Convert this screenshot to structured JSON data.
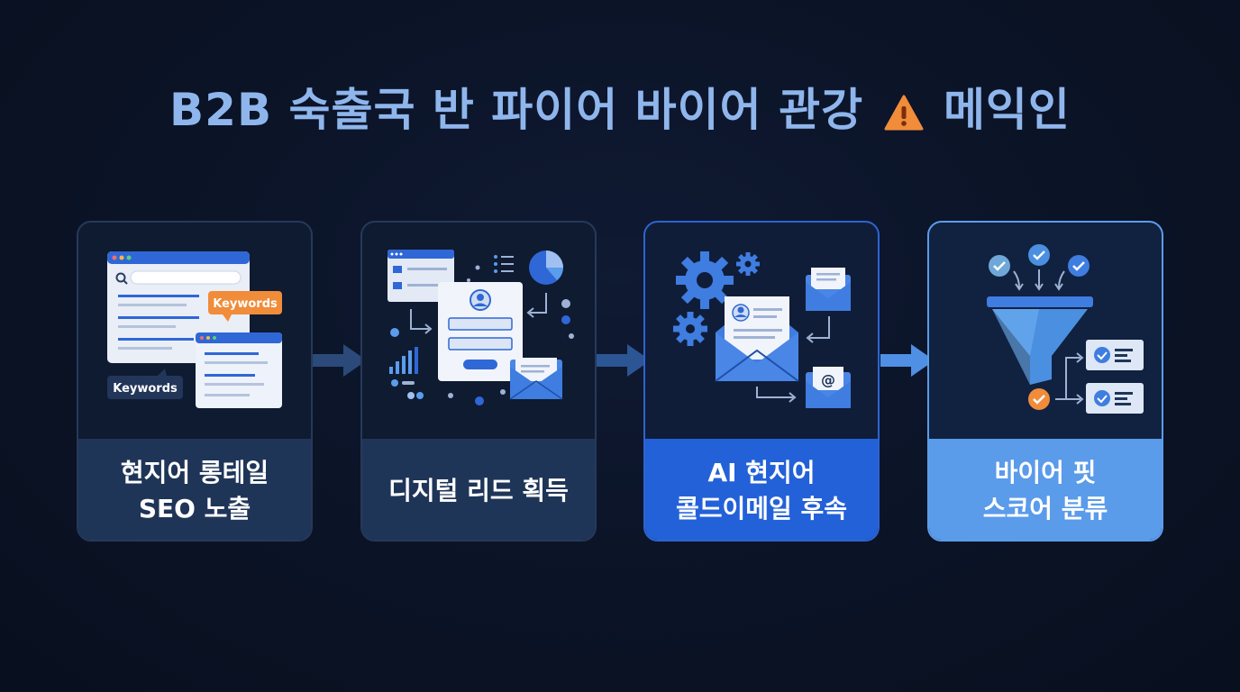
{
  "title": {
    "part1": "B2B 숙출국 반 파이어 바이어 관강",
    "part2": "메익인"
  },
  "steps": [
    {
      "line1": "현지어 롱테일",
      "line2": "SEO 노출",
      "keyword_tag": "Keywords",
      "keyword_tag2": "Keywords"
    },
    {
      "line1": "디지털 리드 획득",
      "line2": ""
    },
    {
      "line1": "AI 현지어",
      "line2": "콜드이메일 후속",
      "email_symbol": "@"
    },
    {
      "line1": "바이어 핏",
      "line2": "스코어 분류"
    }
  ],
  "colors": {
    "accent_blue": "#2361d8",
    "light_blue": "#5a9bea",
    "orange": "#f08c3a",
    "background": "#0b1326"
  },
  "icons": [
    "warning-icon",
    "browser-search-icon",
    "form-icon",
    "gear-icon",
    "envelope-icon",
    "funnel-icon",
    "check-icon"
  ]
}
